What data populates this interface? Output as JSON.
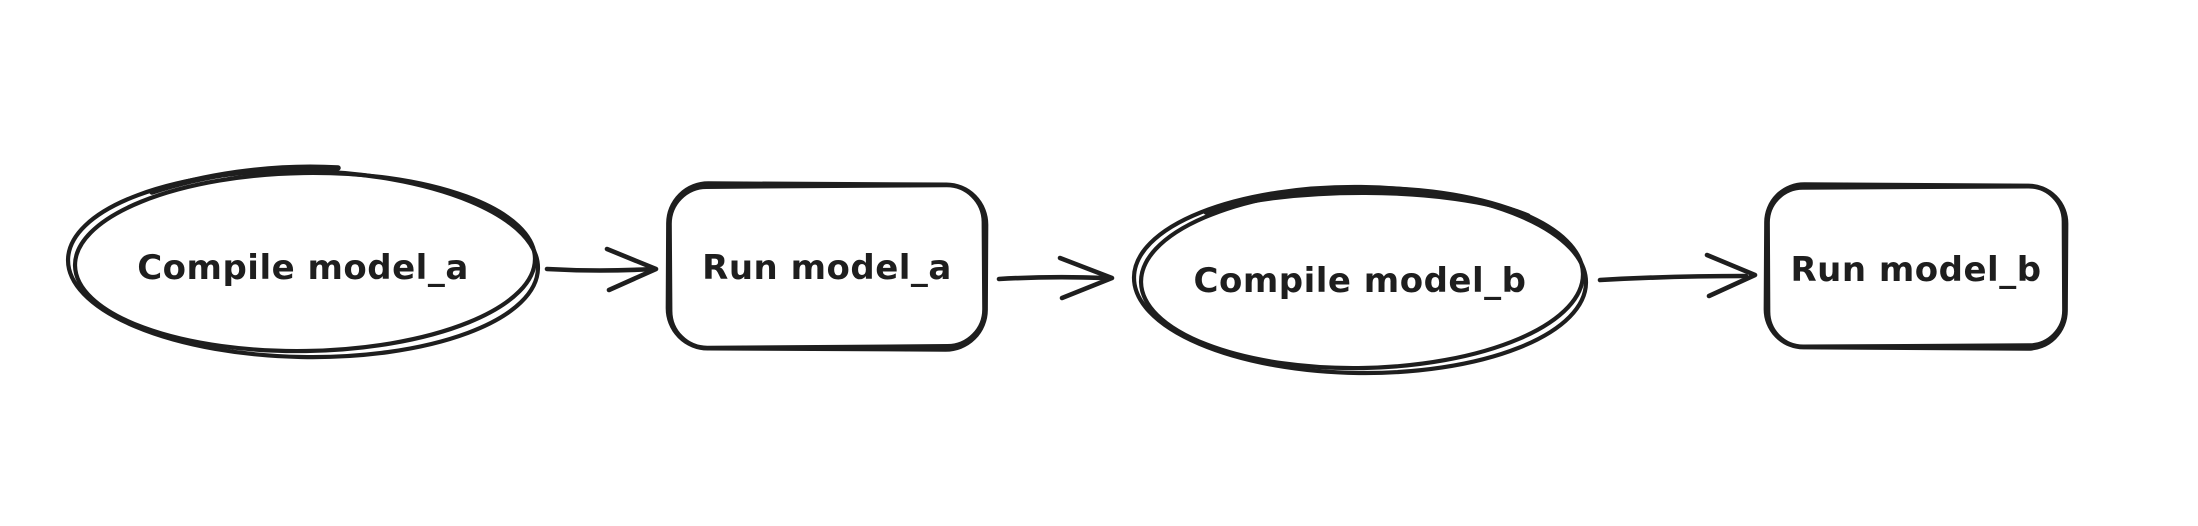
{
  "page": {
    "background_color": "#ffffff"
  },
  "style": {
    "stroke_color": "#1e1e1e",
    "text_color": "#1e1e1e",
    "shape_fill": "transparent",
    "drawing_style": "hand-drawn-sketch"
  },
  "diagram": {
    "type": "flowchart",
    "direction": "left-to-right",
    "nodes": [
      {
        "id": "compile_model_a",
        "shape": "ellipse",
        "label": "Compile model_a"
      },
      {
        "id": "run_model_a",
        "shape": "rounded-rectangle",
        "label": "Run model_a"
      },
      {
        "id": "compile_model_b",
        "shape": "ellipse",
        "label": "Compile model_b"
      },
      {
        "id": "run_model_b",
        "shape": "rounded-rectangle",
        "label": "Run model_b"
      }
    ],
    "connectors": [
      {
        "from": "compile_model_a",
        "to": "run_model_a",
        "type": "arrow-right"
      },
      {
        "from": "run_model_a",
        "to": "compile_model_b",
        "type": "arrow-right"
      },
      {
        "from": "compile_model_b",
        "to": "run_model_b",
        "type": "arrow-right"
      }
    ]
  }
}
